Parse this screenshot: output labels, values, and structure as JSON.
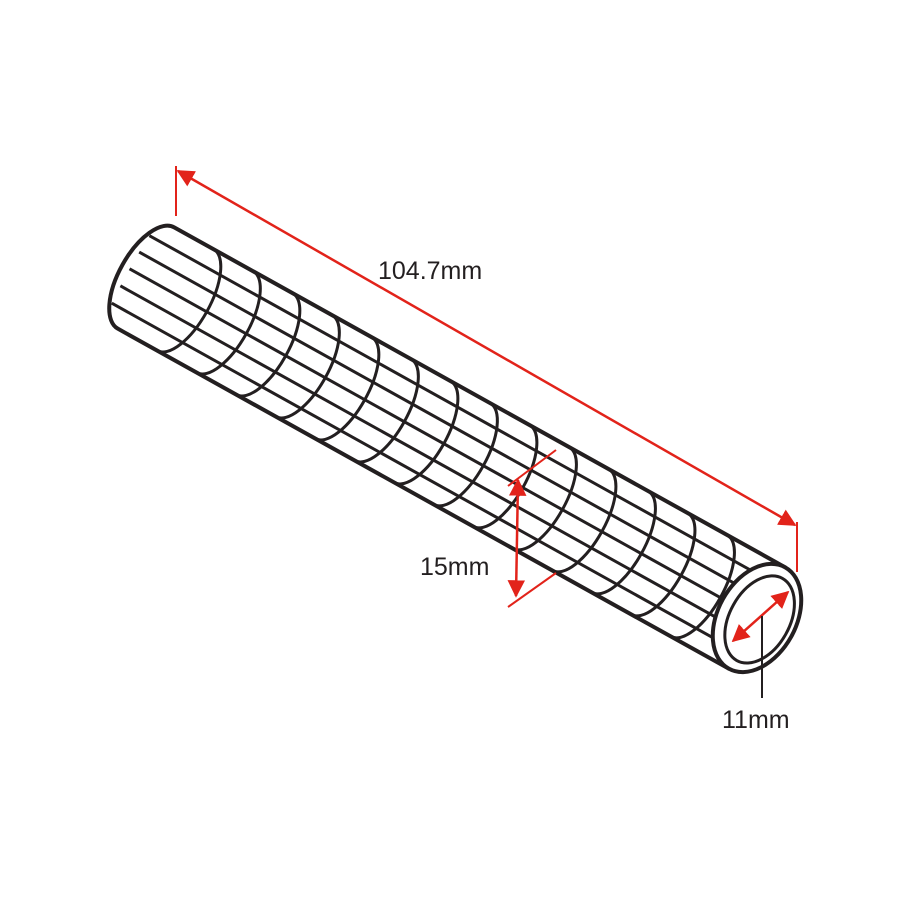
{
  "dimensions": {
    "length": "104.7mm",
    "outer_diameter": "15mm",
    "inner_diameter": "11mm"
  },
  "colors": {
    "outline": "#231f20",
    "dimension": "#e2231a",
    "fill": "#ffffff"
  },
  "grip": {
    "rings": 14,
    "longitudinal_lines": 5
  }
}
